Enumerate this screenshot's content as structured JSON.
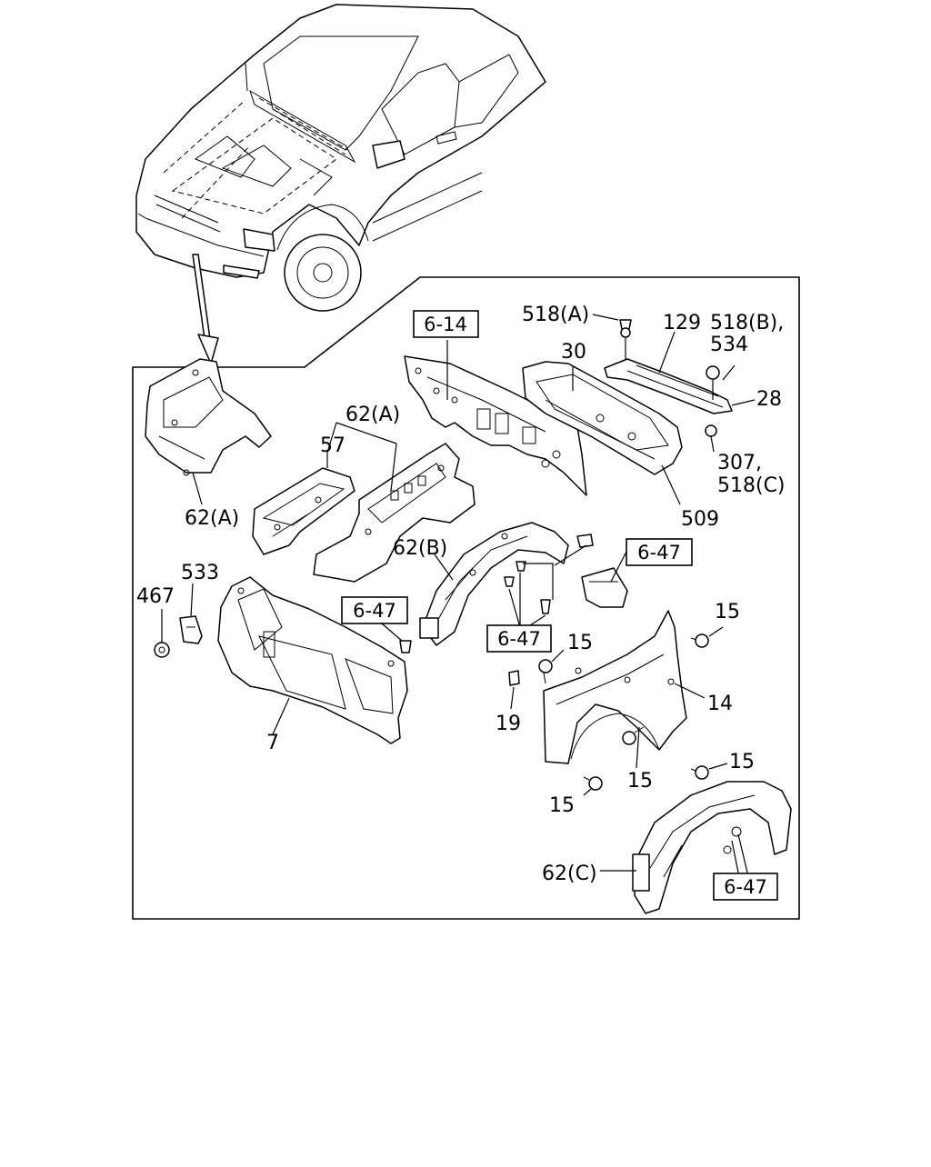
{
  "callouts": {
    "c_518a": "518(A)",
    "c_129": "129",
    "c_518b": "518(B),",
    "c_534": "534",
    "c_30": "30",
    "c_28": "28",
    "c_307": "307,",
    "c_518c": "518(C)",
    "c_509": "509",
    "c_62a_top": "62(A)",
    "c_57": "57",
    "c_62a_left": "62(A)",
    "c_62b": "62(B)",
    "c_533": "533",
    "c_467": "467",
    "c_7": "7",
    "c_15_a": "15",
    "c_15_b": "15",
    "c_15_c": "15",
    "c_15_d": "15",
    "c_15_e": "15",
    "c_14": "14",
    "c_19": "19",
    "c_62c": "62(C)"
  },
  "refs": {
    "ref_614": "6-14",
    "ref_647_a": "6-47",
    "ref_647_b": "6-47",
    "ref_647_c": "6-47",
    "ref_647_d": "6-47"
  }
}
